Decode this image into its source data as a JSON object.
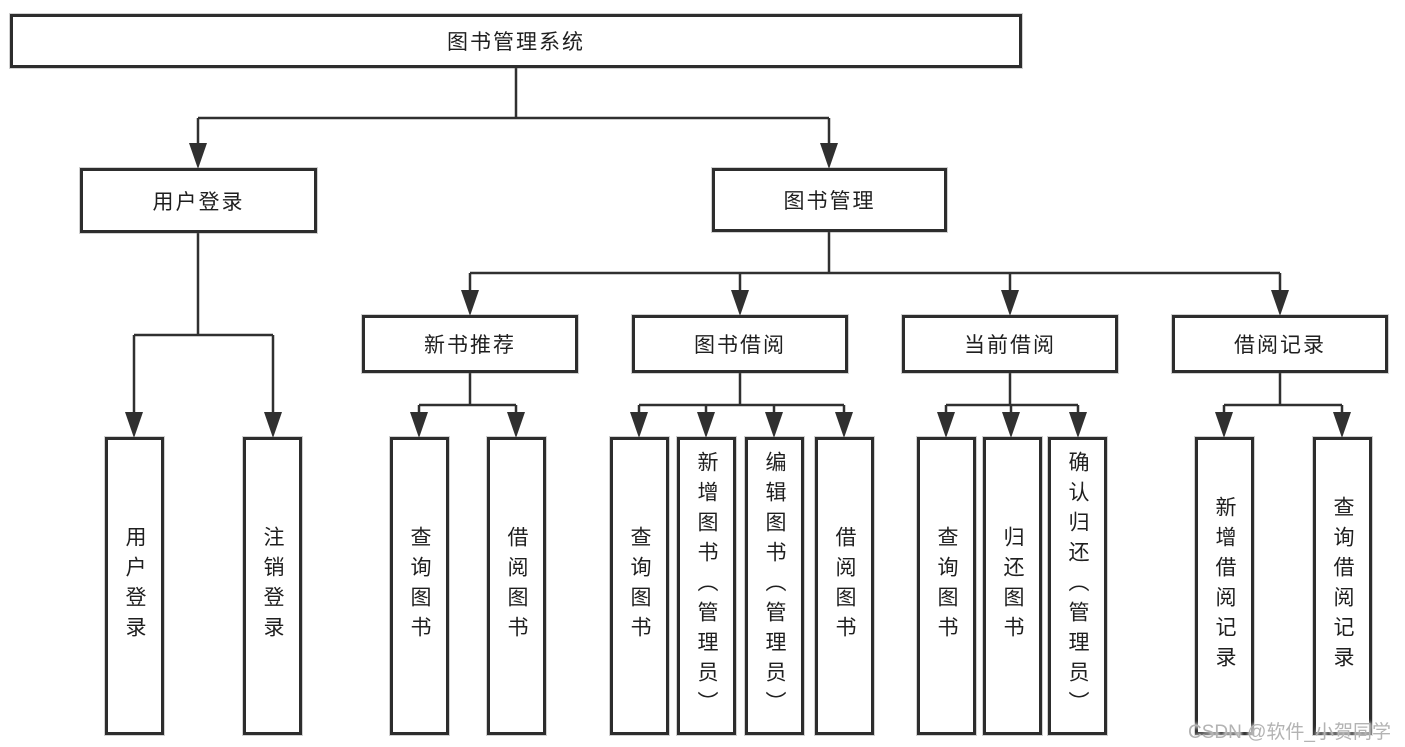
{
  "diagram": {
    "root": "图书管理系统",
    "level2": [
      "用户登录",
      "图书管理"
    ],
    "level3": [
      "新书推荐",
      "图书借阅",
      "当前借阅",
      "借阅记录"
    ],
    "leaves": {
      "user_login": [
        "用户登录",
        "注销登录"
      ],
      "new_book": [
        "查询图书",
        "借阅图书"
      ],
      "book_borrow": [
        "查询图书",
        "新增图书（管理员）",
        "编辑图书（管理员）",
        "借阅图书"
      ],
      "current_borrow": [
        "查询图书",
        "归还图书",
        "确认归还（管理员）"
      ],
      "borrow_records": [
        "新增借阅记录",
        "查询借阅记录"
      ]
    }
  },
  "watermark": "CSDN @软件_小贺同学",
  "colors": {
    "line": "#303030",
    "border": "#2d2d2d",
    "text": "#1f1f1f",
    "watermark_text": "#b3b3b3",
    "background": "#ffffff"
  }
}
